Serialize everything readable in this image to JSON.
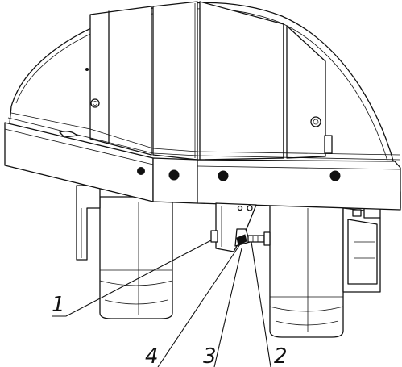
{
  "callouts": [
    {
      "id": "1",
      "label": "1"
    },
    {
      "id": "4",
      "label": "4"
    },
    {
      "id": "3",
      "label": "3"
    },
    {
      "id": "2",
      "label": "2"
    }
  ]
}
